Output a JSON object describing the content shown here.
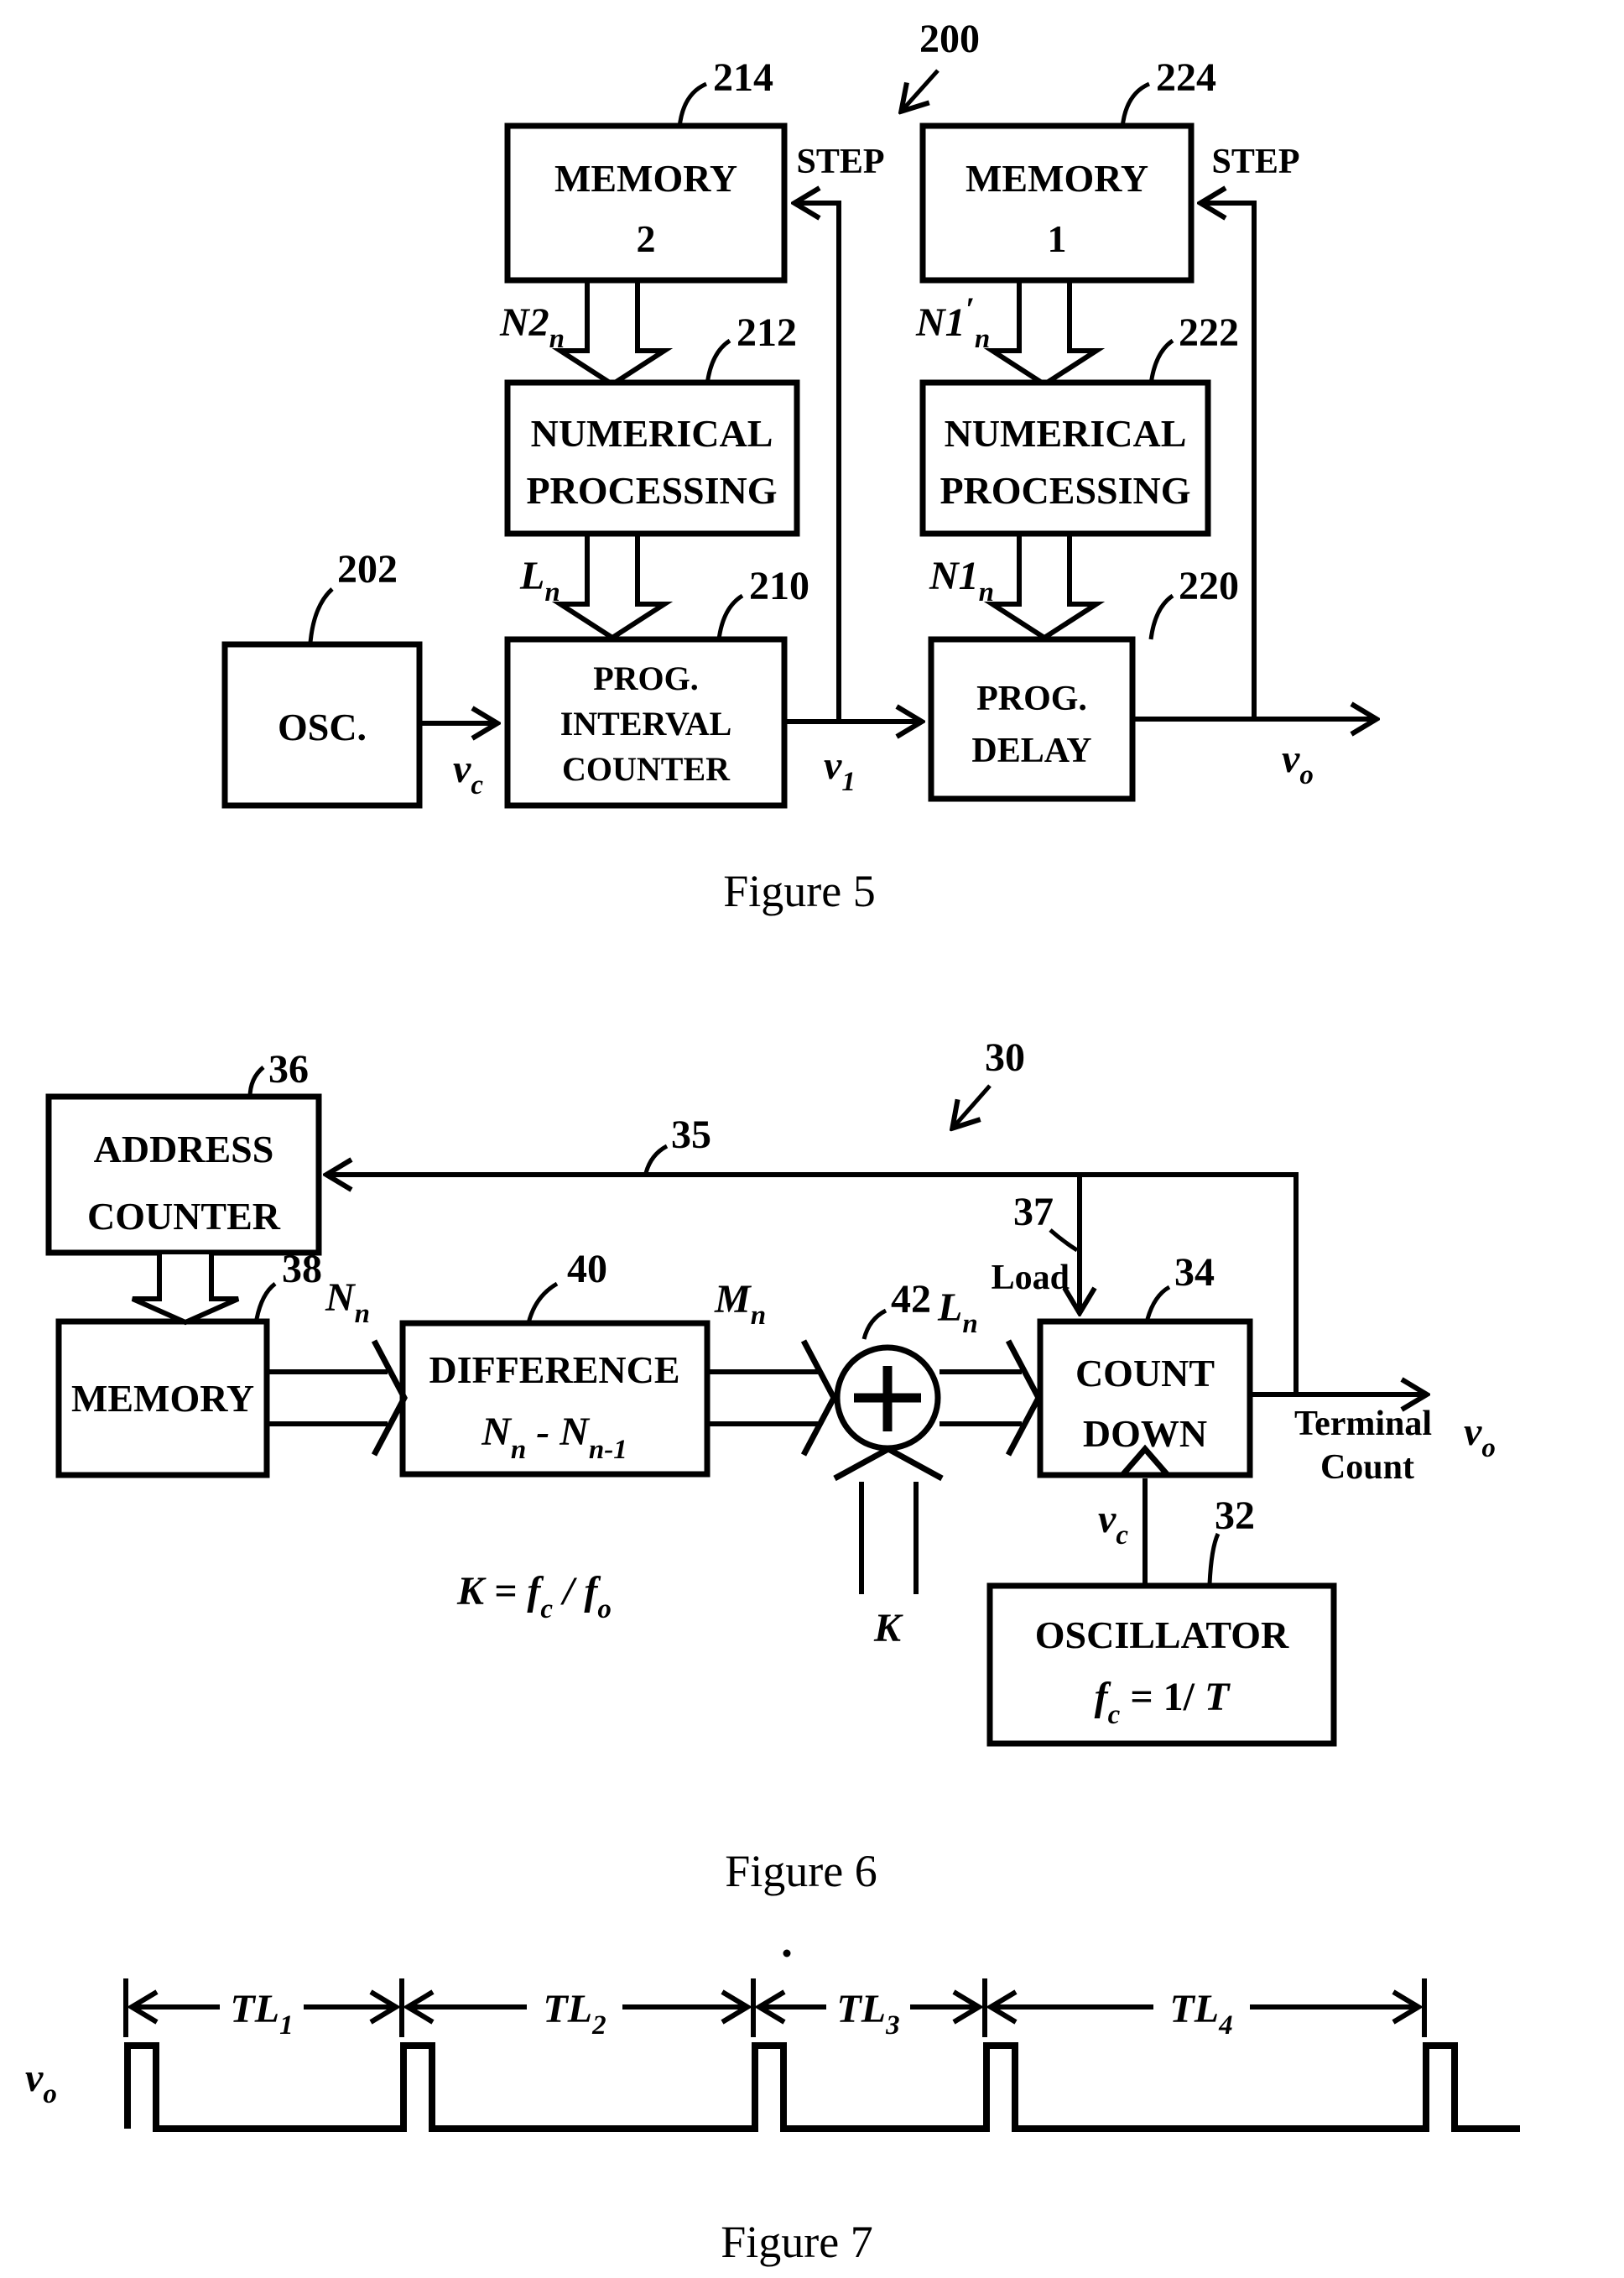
{
  "figure5": {
    "caption": "Figure 5",
    "blocks": {
      "memory2": {
        "line1": "MEMORY",
        "line2": "2"
      },
      "memory1": {
        "line1": "MEMORY",
        "line2": "1"
      },
      "numerical_left": {
        "line1": "NUMERICAL",
        "line2": "PROCESSING"
      },
      "numerical_right": {
        "line1": "NUMERICAL",
        "line2": "PROCESSING"
      },
      "osc": {
        "line1": "OSC."
      },
      "prog_interval_counter": {
        "line1": "PROG.",
        "line2": "INTERVAL",
        "line3": "COUNTER"
      },
      "prog_delay": {
        "line1": "PROG.",
        "line2": "DELAY"
      }
    },
    "refs": {
      "r200": "200",
      "r202": "202",
      "r210": "210",
      "r212": "212",
      "r214": "214",
      "r220": "220",
      "r222": "222",
      "r224": "224"
    },
    "signals": {
      "step_left": "STEP",
      "step_right": "STEP",
      "n2": {
        "base": "N2",
        "sub": "n"
      },
      "ln": {
        "base": "L",
        "sub": "n"
      },
      "n1_prime": {
        "base": "N1",
        "prime": "′",
        "sub": "n"
      },
      "n1": {
        "base": "N1",
        "sub": "n"
      },
      "vc": {
        "base": "v",
        "sub": "c"
      },
      "v1": {
        "base": "v",
        "sub": "1"
      },
      "vo": {
        "base": "v",
        "sub": "o"
      }
    }
  },
  "figure6": {
    "caption": "Figure 6",
    "blocks": {
      "address_counter": {
        "line1": "ADDRESS",
        "line2": "COUNTER"
      },
      "memory": {
        "line1": "MEMORY"
      },
      "difference": {
        "line1": "DIFFERENCE",
        "formula": {
          "n1": "N",
          "s1": "n",
          "minus": " - ",
          "n2": "N",
          "s2": "n-1"
        }
      },
      "count_down": {
        "line1": "COUNT",
        "line2": "DOWN"
      },
      "oscillator": {
        "line1": "OSCILLATOR",
        "formula": {
          "f": "f",
          "sub": "c",
          "eq": " = 1/ ",
          "t": "T"
        }
      }
    },
    "refs": {
      "r30": "30",
      "r32": "32",
      "r34": "34",
      "r35": "35",
      "r36": "36",
      "r37": "37",
      "r38": "38",
      "r40": "40",
      "r42": "42"
    },
    "signals": {
      "load": "Load",
      "plus": "+",
      "k": "K",
      "nn": {
        "base": "N",
        "sub": "n"
      },
      "mn": {
        "base": "M",
        "sub": "n"
      },
      "ln": {
        "base": "L",
        "sub": "n"
      },
      "k_formula": {
        "p1": "K = f",
        "s1": "c",
        "p2": " / f",
        "s2": "o"
      },
      "terminal_count": {
        "line1": "Terminal",
        "line2": "Count"
      },
      "vc": {
        "base": "v",
        "sub": "c"
      },
      "vo": {
        "base": "v",
        "sub": "o"
      }
    }
  },
  "figure7": {
    "caption": "Figure 7",
    "vo": {
      "base": "v",
      "sub": "o"
    },
    "intervals": {
      "tl1": {
        "base": "TL",
        "sub": "1"
      },
      "tl2": {
        "base": "TL",
        "sub": "2"
      },
      "tl3": {
        "base": "TL",
        "sub": "3"
      },
      "tl4": {
        "base": "TL",
        "sub": "4"
      }
    },
    "dot": "."
  }
}
